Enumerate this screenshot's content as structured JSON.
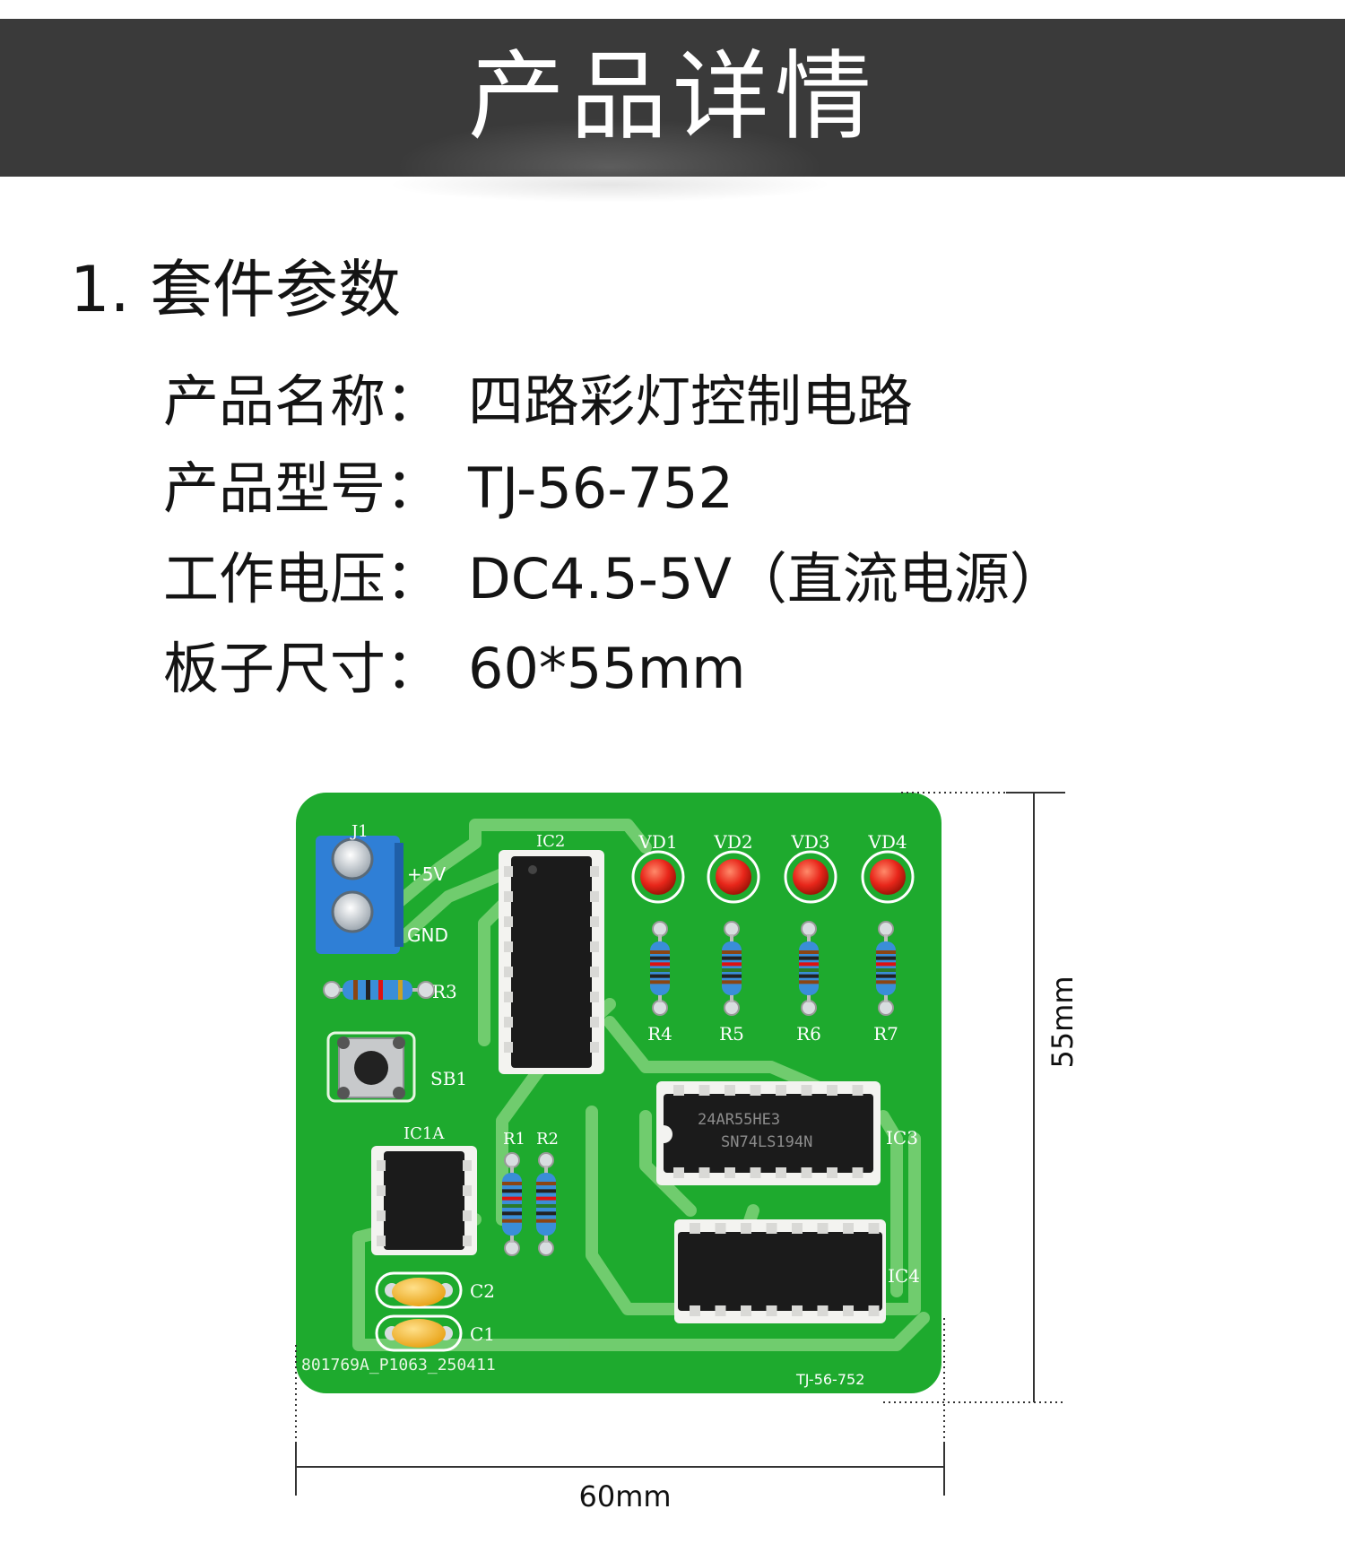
{
  "header": {
    "title": "产品详情"
  },
  "section": {
    "title": "1. 套件参数"
  },
  "specs": [
    {
      "key": "产品名称：",
      "value": "四路彩灯控制电路"
    },
    {
      "key": "产品型号：",
      "value": "TJ-56-752"
    },
    {
      "key": "工作电压：",
      "value": "DC4.5-5V（直流电源）"
    },
    {
      "key": "板子尺寸：",
      "value": "60*55mm"
    }
  ],
  "board": {
    "labels": {
      "j1": "J1",
      "plus5v": "+5V",
      "gnd": "GND",
      "r3": "R3",
      "sb1": "SB1",
      "ic2": "IC2",
      "ic1a": "IC1A",
      "ic3": "IC3",
      "ic4": "IC4",
      "r1": "R1",
      "r2": "R2",
      "c1": "C1",
      "c2": "C2",
      "vd1": "VD1",
      "vd2": "VD2",
      "vd3": "VD3",
      "vd4": "VD4",
      "r4": "R4",
      "r5": "R5",
      "r6": "R6",
      "r7": "R7",
      "serial": "801769A_P1063_250411",
      "model": "TJ-56-752",
      "chip_text1": "24AR55HE3",
      "chip_text2": "SN74LS194N"
    },
    "colors": {
      "pcb": "#1eaa2e",
      "trace": "#7fd27a",
      "led": "#e8261a",
      "terminal": "#2f7fd6",
      "capacitor": "#f4b327"
    }
  },
  "dimensions": {
    "width": "60mm",
    "height": "55mm"
  }
}
